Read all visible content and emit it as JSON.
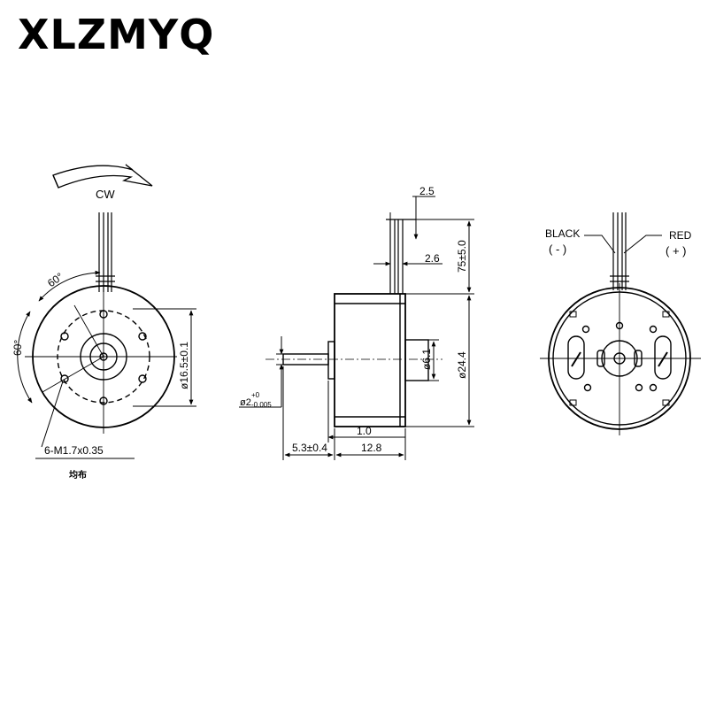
{
  "brand": "XLZMYQ",
  "front_view": {
    "rotation": "CW",
    "angle_top": "60°",
    "angle_left": "60°",
    "holes_note": "6-M1.7x0.35",
    "holes_note_sub": "均布",
    "dim_outer": "ø16.5±0.1"
  },
  "side_view": {
    "dim_terminal_width": "2.5",
    "dim_lead_length": "75±5.0",
    "dim_terminal_gap": "2.6",
    "dim_body_diameter": "ø24.4",
    "dim_boss_diameter": "ø6.1",
    "dim_shaft_main": "ø2",
    "dim_shaft_tol_upper": "+0",
    "dim_shaft_tol_lower": "-0.005",
    "dim_flange": "1.0",
    "dim_shaft_length": "5.3±0.4",
    "dim_body_length": "12.8"
  },
  "rear_view": {
    "wire_black": "BLACK",
    "wire_black_polarity": "( - )",
    "wire_red": "RED",
    "wire_red_polarity": "( + )"
  }
}
